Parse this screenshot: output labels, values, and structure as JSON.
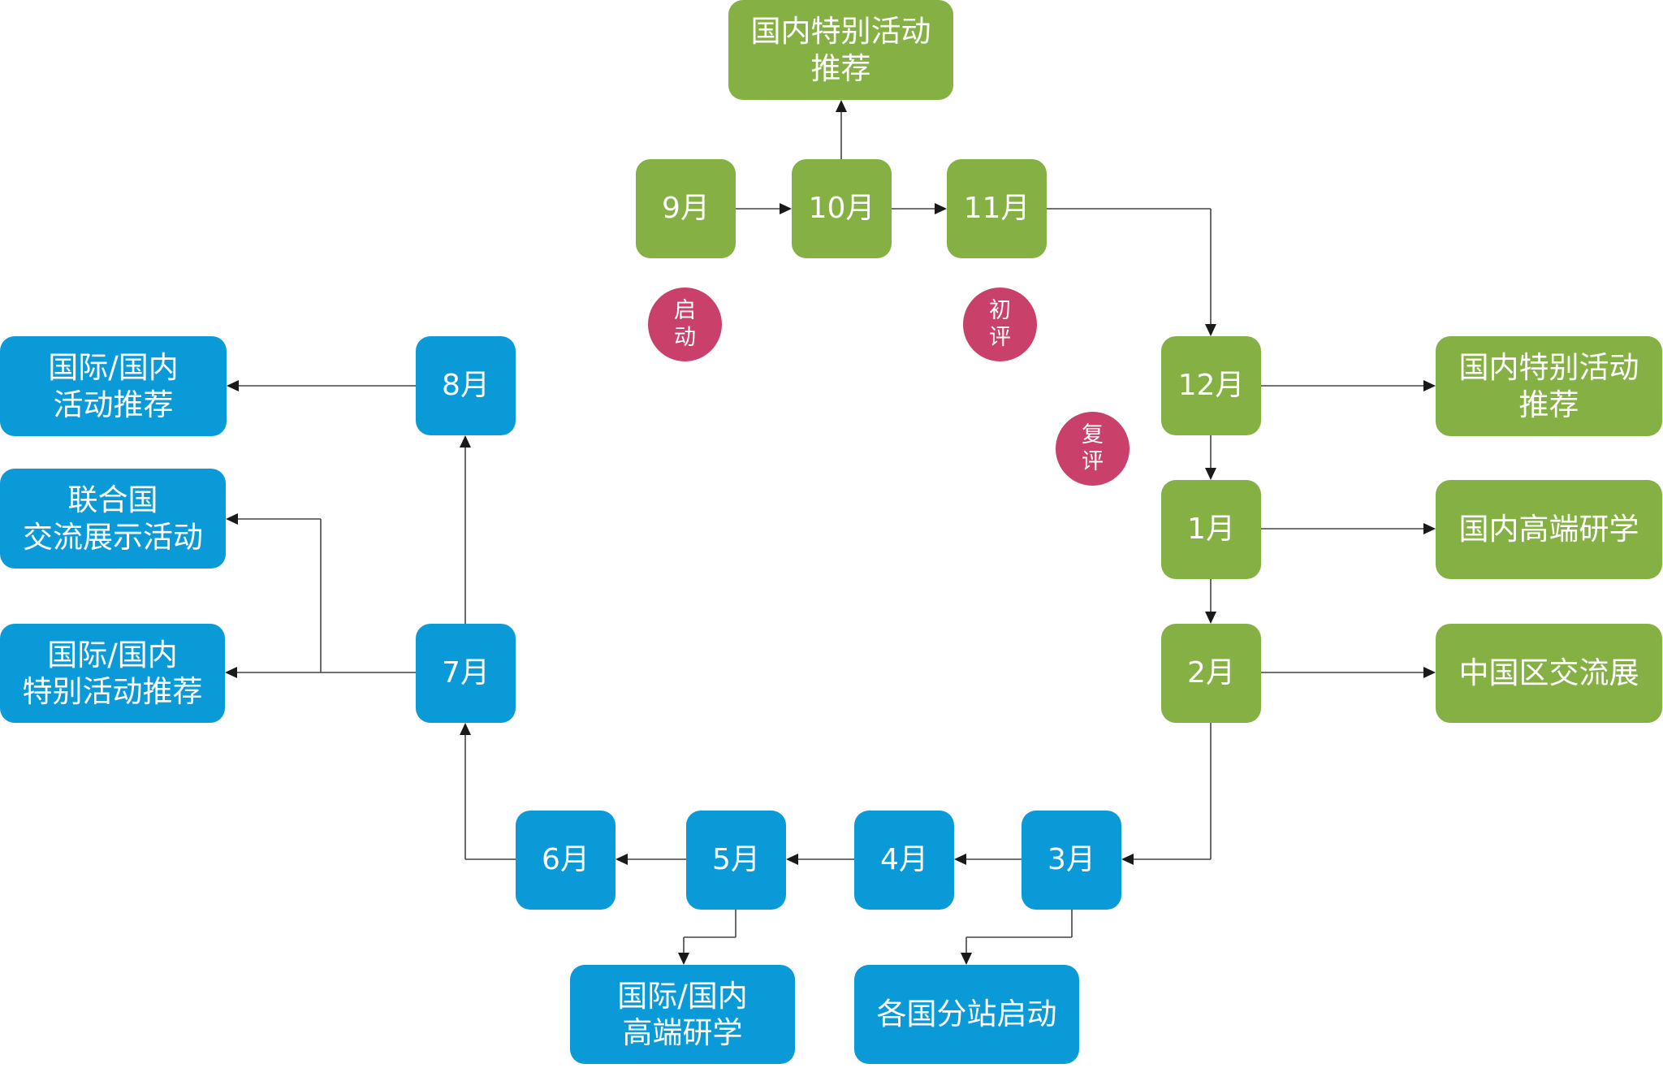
{
  "colors": {
    "green": "#84b044",
    "blue": "#0b9ad8",
    "marker": "#c9406a",
    "connector": "#444444"
  },
  "months": {
    "sep": "9月",
    "oct": "10月",
    "nov": "11月",
    "dec": "12月",
    "jan": "1月",
    "feb": "2月",
    "mar": "3月",
    "apr": "4月",
    "may": "5月",
    "jun": "6月",
    "jul": "7月",
    "aug": "8月"
  },
  "events": {
    "oct_out": "国内特别活动\n推荐",
    "dec_out": "国内特别活动\n推荐",
    "jan_out": "国内高端研学",
    "feb_out": "中国区交流展",
    "mar_out": "各国分站启动",
    "may_out": "国际/国内\n高端研学",
    "jul_out_un": "联合国\n交流展示活动",
    "jul_out_special": "国际/国内\n特别活动推荐",
    "aug_out": "国际/国内\n活动推荐"
  },
  "stages": {
    "launch": "启\n动",
    "first_review": "初\n评",
    "second_review": "复\n评"
  }
}
